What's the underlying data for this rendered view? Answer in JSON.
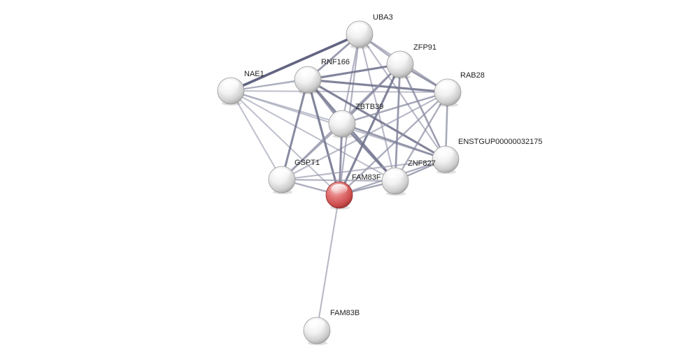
{
  "network": {
    "nodes": [
      {
        "id": "UBA3",
        "label": "UBA3",
        "query": false
      },
      {
        "id": "ZFP91",
        "label": "ZFP91",
        "query": false
      },
      {
        "id": "RNF166",
        "label": "RNF166",
        "query": false
      },
      {
        "id": "NAE1",
        "label": "NAE1",
        "query": false
      },
      {
        "id": "RAB28",
        "label": "RAB28",
        "query": false
      },
      {
        "id": "ZBTB39",
        "label": "ZBTB39",
        "query": false
      },
      {
        "id": "ENSTGUP00000032175",
        "label": "ENSTGUP00000032175",
        "query": false
      },
      {
        "id": "GSPT1",
        "label": "GSPT1",
        "query": false
      },
      {
        "id": "ZNF827",
        "label": "ZNF827",
        "query": false
      },
      {
        "id": "FAM83F",
        "label": "FAM83F",
        "query": true
      },
      {
        "id": "FAM83B",
        "label": "FAM83B",
        "query": false
      }
    ],
    "edges": [
      {
        "source": "NAE1",
        "target": "UBA3",
        "strength": 0.95
      },
      {
        "source": "NAE1",
        "target": "RNF166",
        "strength": 0.3
      },
      {
        "source": "NAE1",
        "target": "ZFP91",
        "strength": 0.3
      },
      {
        "source": "NAE1",
        "target": "RAB28",
        "strength": 0.3
      },
      {
        "source": "NAE1",
        "target": "ZBTB39",
        "strength": 0.3
      },
      {
        "source": "NAE1",
        "target": "ENSTGUP00000032175",
        "strength": 0.3
      },
      {
        "source": "NAE1",
        "target": "GSPT1",
        "strength": 0.3
      },
      {
        "source": "NAE1",
        "target": "FAM83F",
        "strength": 0.3
      },
      {
        "source": "NAE1",
        "target": "ZNF827",
        "strength": 0.3
      },
      {
        "source": "UBA3",
        "target": "RNF166",
        "strength": 0.6
      },
      {
        "source": "UBA3",
        "target": "ZFP91",
        "strength": 0.45
      },
      {
        "source": "UBA3",
        "target": "RAB28",
        "strength": 0.4
      },
      {
        "source": "UBA3",
        "target": "ZBTB39",
        "strength": 0.4
      },
      {
        "source": "UBA3",
        "target": "FAM83F",
        "strength": 0.4
      },
      {
        "source": "UBA3",
        "target": "ZNF827",
        "strength": 0.35
      },
      {
        "source": "UBA3",
        "target": "ENSTGUP00000032175",
        "strength": 0.35
      },
      {
        "source": "RNF166",
        "target": "ZFP91",
        "strength": 0.7
      },
      {
        "source": "RNF166",
        "target": "RAB28",
        "strength": 0.75
      },
      {
        "source": "RNF166",
        "target": "ZBTB39",
        "strength": 0.6
      },
      {
        "source": "RNF166",
        "target": "ENSTGUP00000032175",
        "strength": 0.75
      },
      {
        "source": "RNF166",
        "target": "GSPT1",
        "strength": 0.7
      },
      {
        "source": "RNF166",
        "target": "FAM83F",
        "strength": 0.75
      },
      {
        "source": "RNF166",
        "target": "ZNF827",
        "strength": 0.7
      },
      {
        "source": "ZFP91",
        "target": "RAB28",
        "strength": 0.6
      },
      {
        "source": "ZFP91",
        "target": "ZBTB39",
        "strength": 0.6
      },
      {
        "source": "ZFP91",
        "target": "ENSTGUP00000032175",
        "strength": 0.55
      },
      {
        "source": "ZFP91",
        "target": "GSPT1",
        "strength": 0.45
      },
      {
        "source": "ZFP91",
        "target": "FAM83F",
        "strength": 0.75
      },
      {
        "source": "ZFP91",
        "target": "ZNF827",
        "strength": 0.6
      },
      {
        "source": "RAB28",
        "target": "ZBTB39",
        "strength": 0.5
      },
      {
        "source": "RAB28",
        "target": "ENSTGUP00000032175",
        "strength": 0.5
      },
      {
        "source": "RAB28",
        "target": "GSPT1",
        "strength": 0.35
      },
      {
        "source": "RAB28",
        "target": "FAM83F",
        "strength": 0.45
      },
      {
        "source": "RAB28",
        "target": "ZNF827",
        "strength": 0.45
      },
      {
        "source": "ZBTB39",
        "target": "ENSTGUP00000032175",
        "strength": 0.6
      },
      {
        "source": "ZBTB39",
        "target": "GSPT1",
        "strength": 0.45
      },
      {
        "source": "ZBTB39",
        "target": "FAM83F",
        "strength": 0.65
      },
      {
        "source": "ZBTB39",
        "target": "ZNF827",
        "strength": 0.7
      },
      {
        "source": "ENSTGUP00000032175",
        "target": "GSPT1",
        "strength": 0.35
      },
      {
        "source": "ENSTGUP00000032175",
        "target": "FAM83F",
        "strength": 0.45
      },
      {
        "source": "ENSTGUP00000032175",
        "target": "ZNF827",
        "strength": 0.5
      },
      {
        "source": "GSPT1",
        "target": "FAM83F",
        "strength": 0.45
      },
      {
        "source": "GSPT1",
        "target": "ZNF827",
        "strength": 0.4
      },
      {
        "source": "FAM83F",
        "target": "ZNF827",
        "strength": 0.5
      },
      {
        "source": "FAM83F",
        "target": "FAM83B",
        "strength": 0.35
      }
    ]
  }
}
